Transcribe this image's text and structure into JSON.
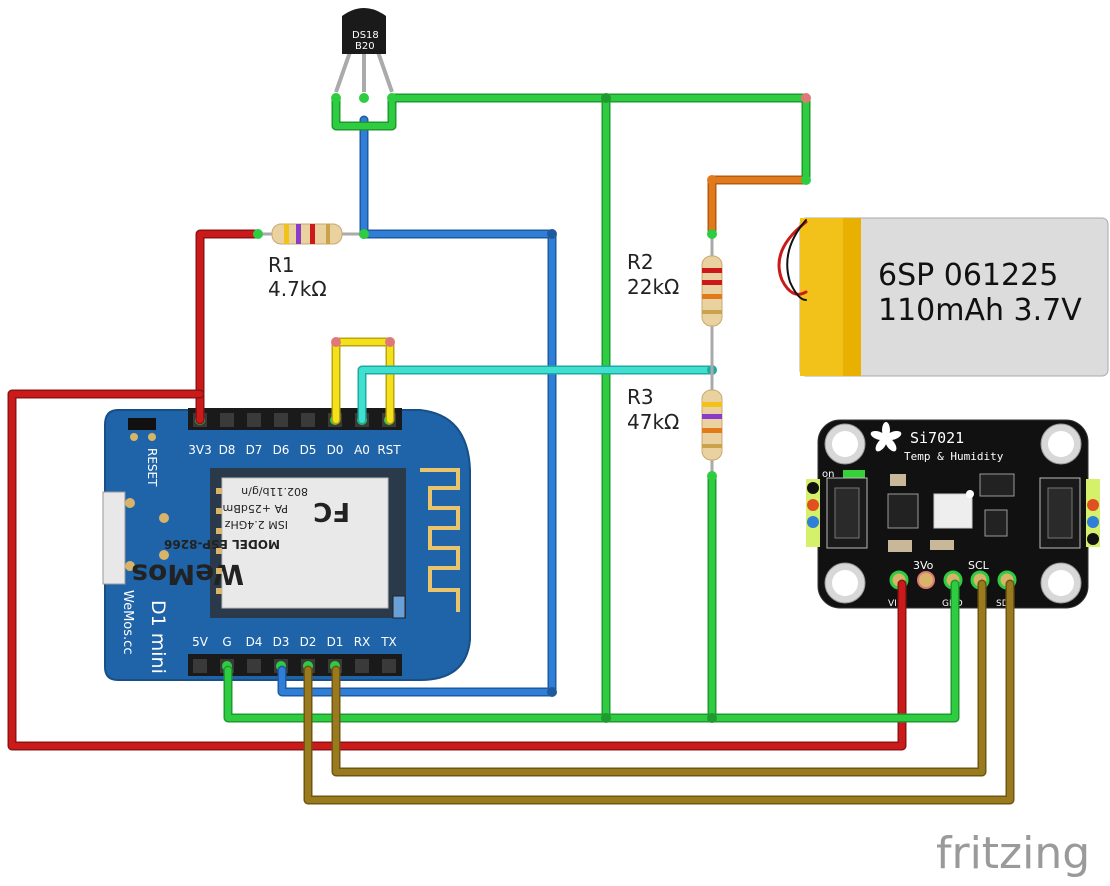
{
  "colors": {
    "wire_green": "#2ecc40",
    "wire_red": "#cc1a1a",
    "wire_blue": "#2f7fd8",
    "wire_yellow": "#f5e11a",
    "wire_cyan": "#40e0d0",
    "wire_brown": "#9a7a1e",
    "wire_orange": "#e07a1a",
    "board_blue": "#1f64a8",
    "breakout_black": "#111111",
    "battery_gold": "#f2c21a",
    "battery_gray": "#dcdcdc"
  },
  "sensor": {
    "name": "DS18 B20",
    "line1": "DS18",
    "line2": "B20"
  },
  "resistors": [
    {
      "id": "R1",
      "name": "R1",
      "value": "4.7kΩ"
    },
    {
      "id": "R2",
      "name": "R2",
      "value": "22kΩ"
    },
    {
      "id": "R3",
      "name": "R3",
      "value": "47kΩ"
    }
  ],
  "battery": {
    "line1": "6SP 061225",
    "line2": "110mAh 3.7V"
  },
  "d1mini": {
    "top_pins": [
      "3V3",
      "D8",
      "D7",
      "D6",
      "D5",
      "D0",
      "A0",
      "RST"
    ],
    "bottom_pins": [
      "5V",
      "G",
      "D4",
      "D3",
      "D2",
      "D1",
      "RX",
      "TX"
    ],
    "reset_label": "RESET",
    "brand": "D1 mini",
    "website": "WeMos.cc",
    "module_text": [
      "802.11b/g/n",
      "PA +25dBm",
      "ISM 2.4GHz",
      "MODEL  ESP-8266",
      "WeMos"
    ],
    "fcc": "FC"
  },
  "si7021": {
    "title": "Si7021",
    "subtitle": "Temp & Humidity",
    "on_label": "on",
    "pins": [
      "VIN",
      "GND",
      "SCL",
      "SDA"
    ],
    "pin_3vo": "3Vo"
  },
  "watermark": "fritzing"
}
